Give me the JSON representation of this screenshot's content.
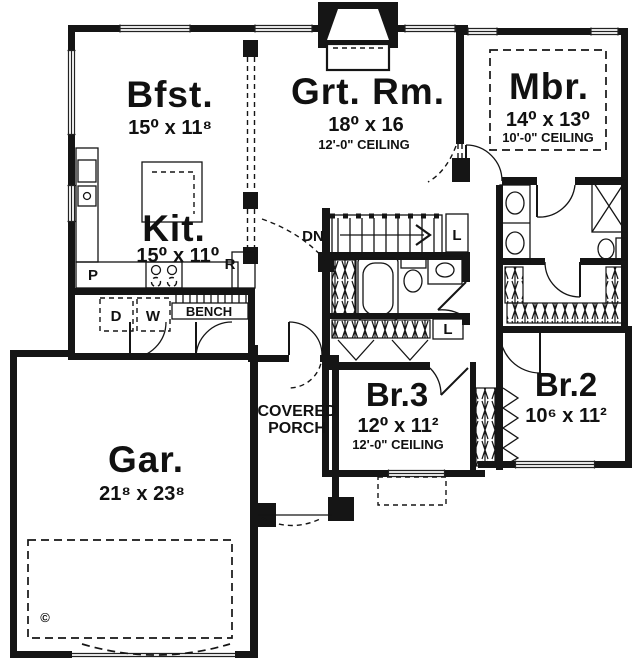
{
  "plan": {
    "rooms": {
      "breakfast": {
        "name": "Bfst.",
        "dims": "15⁰ x 11⁸"
      },
      "great_room": {
        "name": "Grt. Rm.",
        "dims": "18⁰ x 16",
        "ceiling": "12'-0\" CEILING"
      },
      "master_bedroom": {
        "name": "Mbr.",
        "dims": "14⁰ x 13⁰",
        "ceiling": "10'-0\" CEILING"
      },
      "kitchen": {
        "name": "Kit.",
        "dims": "15⁰ x 11⁰"
      },
      "bedroom3": {
        "name": "Br.3",
        "dims": "12⁰ x 11²",
        "ceiling": "12'-0\" CEILING"
      },
      "bedroom2": {
        "name": "Br.2",
        "dims": "10⁶ x 11²"
      },
      "garage": {
        "name": "Gar.",
        "dims": "21⁸ x 23⁸"
      },
      "porch": {
        "line1": "COVERED",
        "line2": "PORCH"
      }
    },
    "labels": {
      "stairs_down": "DN",
      "linen_upper": "L",
      "linen_lower": "L",
      "pantry": "P",
      "refrigerator": "R",
      "dryer": "D",
      "washer": "W",
      "bench": "BENCH",
      "copyright": "©"
    },
    "colors": {
      "ink": "#151515",
      "background": "#ffffff"
    }
  }
}
